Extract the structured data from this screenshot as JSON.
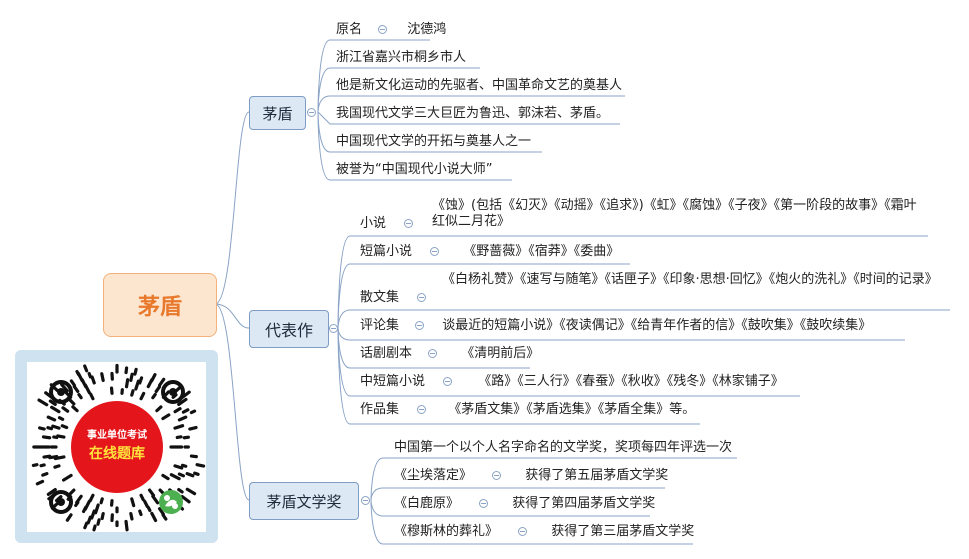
{
  "root": {
    "label": "茅盾"
  },
  "branches": {
    "maodun": {
      "label": "茅盾",
      "items": [
        {
          "label": "原名",
          "value": "沈德鸿"
        },
        {
          "label": "浙江省嘉兴市桐乡市人"
        },
        {
          "label": "他是新文化运动的先驱者、中国革命文艺的奠基人"
        },
        {
          "label": "我国现代文学三大巨匠为鲁迅、郭沫若、茅盾。"
        },
        {
          "label": "中国现代文学的开拓与奠基人之一"
        },
        {
          "label": "被誉为“中国现代小说大师”"
        }
      ]
    },
    "works": {
      "label": "代表作",
      "items": [
        {
          "label": "小说",
          "value": "《蚀》(包括《幻灭》《动摇》《追求》)《虹》《腐蚀》《子夜》《第一阶段的故事》《霜叶红似二月花》"
        },
        {
          "label": "短篇小说",
          "value": "《野蔷薇》《宿莽》《委曲》"
        },
        {
          "label": "散文集",
          "value": "《白杨礼赞》《速写与随笔》《话匣子》《印象·思想·回忆》《炮火的洗礼》《时间的记录》"
        },
        {
          "label": "评论集",
          "value": "谈最近的短篇小说》《夜读偶记》《给青年作者的信》《鼓吹集》《鼓吹续集》"
        },
        {
          "label": "话剧剧本",
          "value": "《清明前后》"
        },
        {
          "label": "中短篇小说",
          "value": "《路》《三人行》《春蚕》《秋收》《残冬》《林家铺子》"
        },
        {
          "label": "作品集",
          "value": "《茅盾文集》《茅盾选集》《茅盾全集》等。"
        }
      ]
    },
    "award": {
      "label": "茅盾文学奖",
      "items": [
        {
          "label": "中国第一个以个人名字命名的文学奖，奖项每四年评选一次"
        },
        {
          "label": "《尘埃落定》",
          "value": "获得了第五届茅盾文学奖"
        },
        {
          "label": "《白鹿原》",
          "value": "获得了第四届茅盾文学奖"
        },
        {
          "label": "《穆斯林的葬礼》",
          "value": "获得了第三届茅盾文学奖"
        }
      ]
    }
  },
  "qr": {
    "line1": "事业单位考试",
    "line2": "在线题库"
  },
  "colors": {
    "root_fill": "#fde6cf",
    "root_text": "#e8782b",
    "branch_fill": "#dde8f5",
    "line": "#7e9cc4",
    "qr_red": "#e4161b",
    "qr_badge": "#4caf50"
  }
}
